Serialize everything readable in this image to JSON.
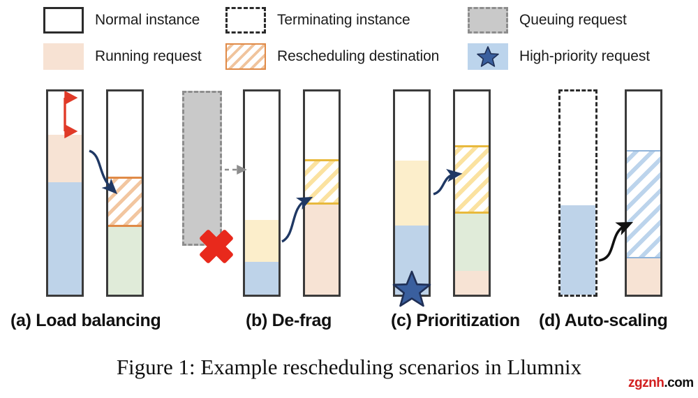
{
  "figure": {
    "caption": "Figure 1: Example rescheduling scenarios in Llumnix",
    "watermark_red": "zgznh",
    "watermark_black": ".com"
  },
  "legend": {
    "items": [
      {
        "key": "normal-instance",
        "label": "Normal instance",
        "swatch": "outline-box",
        "color": "#ffffff",
        "border": "#2b2b2b"
      },
      {
        "key": "terminating-instance",
        "label": "Terminating instance",
        "swatch": "dashed-box",
        "color": "#ffffff",
        "border": "#2b2b2b"
      },
      {
        "key": "queuing-request",
        "label": "Queuing request",
        "swatch": "grey-dashed-box",
        "color": "#c9c9c9",
        "border": "#8d8d8d"
      },
      {
        "key": "running-request",
        "label": "Running request",
        "swatch": "filled-box",
        "color": "#f7e2d3",
        "border": "#f7e2d3"
      },
      {
        "key": "rescheduling-dest",
        "label": "Rescheduling destination",
        "swatch": "hatched-box",
        "color": "#f0c49d",
        "border": "#e08a47"
      },
      {
        "key": "high-priority",
        "label": "High-priority request",
        "swatch": "star-box",
        "color": "#bcd4ec",
        "border": "#33548c"
      }
    ]
  },
  "panels": [
    {
      "id": "a",
      "caption": "(a) Load balancing",
      "instances": [
        {
          "name": "source-instance",
          "style": "normal",
          "segments": [
            {
              "type": "free",
              "label": "free space",
              "color": "#ffffff",
              "height_pct": 21
            },
            {
              "type": "running",
              "label": "Running request",
              "color": "#f7e3d4",
              "height_pct": 23
            },
            {
              "type": "running",
              "label": "Running request",
              "color": "#bed3e9",
              "height_pct": 56
            }
          ],
          "annotation": "headroom-arrow"
        },
        {
          "name": "destination-instance",
          "style": "normal",
          "segments": [
            {
              "type": "free",
              "label": "free space",
              "color": "#ffffff",
              "height_pct": 42
            },
            {
              "type": "hatch-org",
              "label": "Rescheduling destination",
              "color": "#f2c6a0",
              "height_pct": 23
            },
            {
              "type": "running",
              "label": "Running request",
              "color": "#e0ebd9",
              "height_pct": 35
            }
          ]
        }
      ],
      "arrow": "migrate-right-down"
    },
    {
      "id": "b",
      "caption": "(b) De-frag",
      "instances": [
        {
          "name": "queuing-request-block",
          "style": "queuing",
          "segments": [
            {
              "type": "queuing",
              "label": "Queuing request",
              "color": "#c9c9c9",
              "height_pct": 100
            }
          ],
          "annotation": "blocked-x"
        },
        {
          "name": "source-instance",
          "style": "normal",
          "segments": [
            {
              "type": "free",
              "label": "free space",
              "color": "#ffffff",
              "height_pct": 62
            },
            {
              "type": "running",
              "label": "Running request",
              "color": "#fceecb",
              "height_pct": 20
            },
            {
              "type": "running",
              "label": "Running request",
              "color": "#bed3e9",
              "height_pct": 18
            }
          ]
        },
        {
          "name": "destination-instance",
          "style": "normal",
          "segments": [
            {
              "type": "free",
              "label": "free space",
              "color": "#ffffff",
              "height_pct": 33
            },
            {
              "type": "hatch-yel",
              "label": "Rescheduling destination",
              "color": "#fbe2a0",
              "height_pct": 21
            },
            {
              "type": "running",
              "label": "Running request",
              "color": "#f7e3d4",
              "height_pct": 46
            }
          ]
        }
      ],
      "arrow": "migrate-right-up",
      "blocked_marker": "red-x",
      "dispatch_arrow": "grey-dashed-right"
    },
    {
      "id": "c",
      "caption": "(c) Prioritization",
      "instances": [
        {
          "name": "source-instance",
          "style": "normal",
          "segments": [
            {
              "type": "free",
              "label": "free space",
              "color": "#ffffff",
              "height_pct": 33
            },
            {
              "type": "running",
              "label": "Running request",
              "color": "#fceecb",
              "height_pct": 32
            },
            {
              "type": "running",
              "label": "High-priority request",
              "color": "#bed3e9",
              "height_pct": 35,
              "star": true
            }
          ]
        },
        {
          "name": "destination-instance",
          "style": "normal",
          "segments": [
            {
              "type": "free",
              "label": "free space",
              "color": "#ffffff",
              "height_pct": 26
            },
            {
              "type": "hatch-yel",
              "label": "Rescheduling destination",
              "color": "#fbe2a0",
              "height_pct": 33
            },
            {
              "type": "running",
              "label": "Running request",
              "color": "#e0ebd9",
              "height_pct": 27
            },
            {
              "type": "running",
              "label": "Running request",
              "color": "#f7e3d4",
              "height_pct": 14
            }
          ]
        }
      ],
      "arrow": "migrate-right-up"
    },
    {
      "id": "d",
      "caption": "(d) Auto-scaling",
      "instances": [
        {
          "name": "terminating-instance",
          "style": "terminating",
          "segments": [
            {
              "type": "free",
              "label": "free space",
              "color": "#ffffff",
              "height_pct": 55
            },
            {
              "type": "running",
              "label": "Running request",
              "color": "#bed3e9",
              "height_pct": 45
            }
          ]
        },
        {
          "name": "destination-instance",
          "style": "normal",
          "segments": [
            {
              "type": "free",
              "label": "free space",
              "color": "#ffffff",
              "height_pct": 28
            },
            {
              "type": "hatch-blue",
              "label": "Rescheduling destination",
              "color": "#bcd4ec",
              "height_pct": 52
            },
            {
              "type": "running",
              "label": "Running request",
              "color": "#f7e3d4",
              "height_pct": 20
            }
          ]
        }
      ],
      "arrow": "migrate-right-up-black"
    }
  ]
}
